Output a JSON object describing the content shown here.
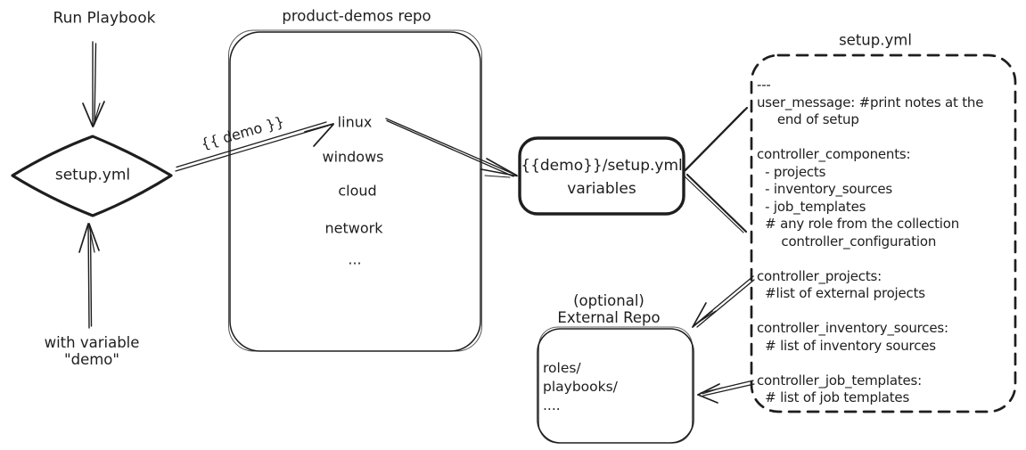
{
  "colors": {
    "ink": "#1e1e1e",
    "background": "#ffffff"
  },
  "labels": {
    "run_playbook": "Run Playbook",
    "with_variable": [
      "with variable",
      "\"demo\""
    ],
    "diamond": "setup.yml",
    "demo_edge": "{{ demo }}"
  },
  "repo": {
    "title": "product-demos repo",
    "items": [
      "linux",
      "windows",
      "cloud",
      "network",
      "..."
    ]
  },
  "variables_box": {
    "lines": [
      "{{demo}}/setup.yml",
      "variables"
    ]
  },
  "setup_yml": {
    "title": "setup.yml",
    "yaml_lines": [
      "---",
      "user_message: #print notes at the",
      "     end of setup",
      "",
      "controller_components:",
      "  - projects",
      "  - inventory_sources",
      "  - job_templates",
      "  # any role from the collection",
      "      controller_configuration",
      "",
      "controller_projects:",
      "  #list of external projects",
      "",
      "controller_inventory_sources:",
      "  # list of inventory sources",
      "",
      "controller_job_templates:",
      "  # list of job templates"
    ]
  },
  "external_repo": {
    "title": [
      "(optional)",
      "External Repo"
    ],
    "contents": [
      "roles/",
      "playbooks/",
      "...."
    ]
  }
}
